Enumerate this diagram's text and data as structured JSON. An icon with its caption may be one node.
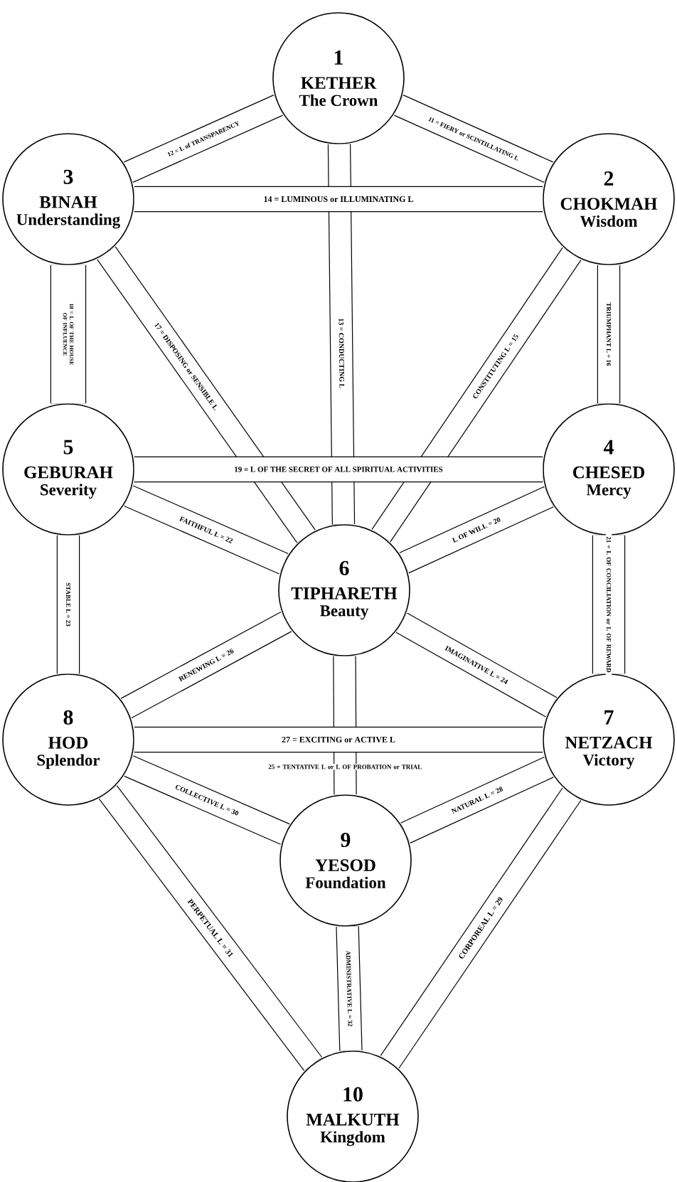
{
  "diagram": {
    "nodes": [
      {
        "text": [
          "1",
          "KETHER",
          "The Crown"
        ]
      },
      {
        "text": [
          "3",
          "BINAH",
          "Understanding"
        ]
      },
      {
        "text": [
          "2",
          "CHOKMAH",
          "Wisdom"
        ]
      },
      {
        "text": [
          "5",
          "GEBURAH",
          "Severity"
        ]
      },
      {
        "text": [
          "4",
          "CHESED",
          "Mercy"
        ]
      },
      {
        "text": [
          "6",
          "TIPHARETH",
          "Beauty"
        ]
      },
      {
        "text": [
          "8",
          "HOD",
          "Splendor"
        ]
      },
      {
        "text": [
          "7",
          "NETZACH",
          "Victory"
        ]
      },
      {
        "text": [
          "9",
          "YESOD",
          "Foundation"
        ]
      },
      {
        "text": [
          "10",
          "MALKUTH",
          "Kingdom"
        ]
      }
    ],
    "edges": [
      {
        "from": 0,
        "to": 2,
        "arrow": "none",
        "label": "11 = FIERY or SCINTILLATING L"
      },
      {
        "from": 0,
        "to": 1,
        "arrow": "none",
        "label": "12 = L of TRANSPARENCY"
      },
      {
        "from": 0,
        "to": 5,
        "arrow": "none",
        "label": "13 = CONDUCTING L"
      },
      {
        "from": 1,
        "to": 2,
        "arrow": "none",
        "label": "14 = LUMINOUS or ILLUMINATING L"
      },
      {
        "from": 2,
        "to": 5,
        "arrow": "none",
        "label": "CONSTITUTING L = 15"
      },
      {
        "from": 2,
        "to": 4,
        "arrow": "none",
        "label": "TRIUMPHANT L = 16"
      },
      {
        "from": 1,
        "to": 5,
        "arrow": "none",
        "label": "17 = DISPOSING or SENSIBLE L"
      },
      {
        "from": 1,
        "to": 3,
        "arrow": "none",
        "label": "18 = L OF THE HOUSE OF INFLUENCE"
      },
      {
        "from": 3,
        "to": 4,
        "arrow": "none",
        "label": "19 = L OF THE SECRET OF ALL SPIRITUAL ACTIVITIES"
      },
      {
        "from": 4,
        "to": 5,
        "arrow": "none",
        "label": "L OF WILL = 20"
      },
      {
        "from": 4,
        "to": 7,
        "arrow": "none",
        "label": "21 = L OF CONCILIATION or L OF REWARD"
      },
      {
        "from": 3,
        "to": 5,
        "arrow": "none",
        "label": "FAITHFUL L = 22"
      },
      {
        "from": 3,
        "to": 6,
        "arrow": "none",
        "label": "STABLE L = 23"
      },
      {
        "from": 5,
        "to": 7,
        "arrow": "none",
        "label": "IMAGINATIVE L = 24"
      },
      {
        "from": 5,
        "to": 8,
        "arrow": "none",
        "label": "25 = TENTATIVE L or L OF PROBATION or TRIAL"
      },
      {
        "from": 6,
        "to": 5,
        "arrow": "none",
        "label": "RENEWING L = 26"
      },
      {
        "from": 6,
        "to": 7,
        "arrow": "none",
        "label": "27 = EXCITING or ACTIVE L"
      },
      {
        "from": 7,
        "to": 8,
        "arrow": "none",
        "label": "NATURAL L = 28"
      },
      {
        "from": 7,
        "to": 9,
        "arrow": "none",
        "label": "CORPOREAL L = 29"
      },
      {
        "from": 6,
        "to": 8,
        "arrow": "none",
        "label": "COLLECTIVE L = 30"
      },
      {
        "from": 6,
        "to": 9,
        "arrow": "none",
        "label": "PERPETUAL L = 31"
      },
      {
        "from": 8,
        "to": 9,
        "arrow": "none",
        "label": "ADMINISTRATIVE L = 32"
      }
    ]
  }
}
